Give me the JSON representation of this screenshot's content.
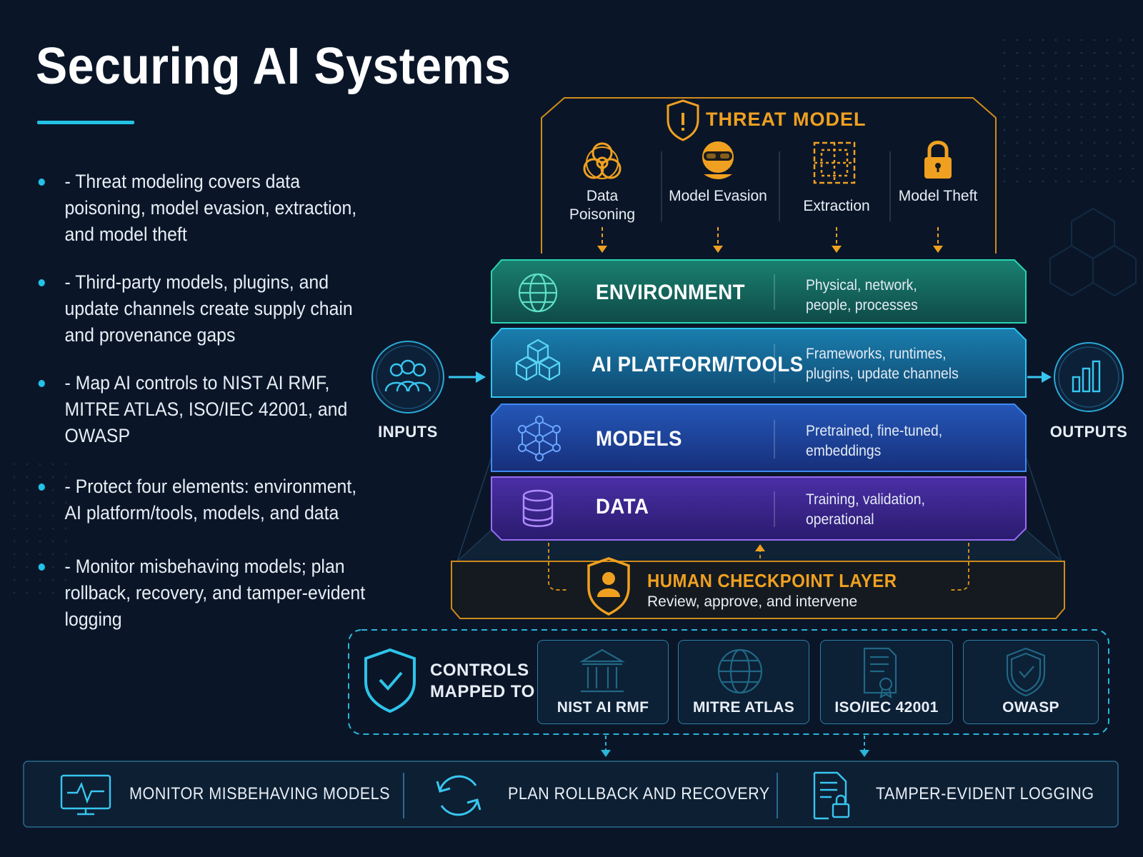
{
  "title": "Securing AI Systems",
  "bullets": [
    "- Threat modeling covers data poisoning, model evasion, extraction, and model theft",
    "- Third-party models, plugins, and update channels create supply chain and provenance gaps",
    "- Map AI controls to NIST AI RMF, MITRE ATLAS, ISO/IEC 42001, and OWASP",
    "- Protect four elements: environment, AI platform/tools, models, and data",
    "- Monitor misbehaving models; plan rollback, recovery, and tamper-evident logging"
  ],
  "threat_model": {
    "title": "THREAT MODEL",
    "items": [
      {
        "label": "Data Poisoning",
        "icon": "biohazard-icon"
      },
      {
        "label": "Model Evasion",
        "icon": "masked-face-icon"
      },
      {
        "label": "Extraction",
        "icon": "extraction-grid-icon"
      },
      {
        "label": "Model Theft",
        "icon": "padlock-icon"
      }
    ]
  },
  "layers": [
    {
      "title": "ENVIRONMENT",
      "desc": "Physical, network, people, processes",
      "icon": "globe-icon",
      "color": "#1f9b8a"
    },
    {
      "title": "AI PLATFORM/TOOLS",
      "desc": "Frameworks, runtimes, plugins, update channels",
      "icon": "cubes-icon",
      "color": "#1e8fc2"
    },
    {
      "title": "MODELS",
      "desc": "Pretrained, fine-tuned, embeddings",
      "icon": "network-icon",
      "color": "#2f6fd6"
    },
    {
      "title": "DATA",
      "desc": "Training, validation, operational",
      "icon": "database-icon",
      "color": "#6b46d1"
    }
  ],
  "io": {
    "inputs": "INPUTS",
    "outputs": "OUTPUTS"
  },
  "human_checkpoint": {
    "title": "HUMAN CHECKPOINT LAYER",
    "subtitle": "Review, approve, and intervene"
  },
  "controls": {
    "title": "CONTROLS MAPPED TO",
    "frameworks": [
      {
        "label": "NIST AI RMF",
        "icon": "institution-icon"
      },
      {
        "label": "MITRE ATLAS",
        "icon": "globe-icon"
      },
      {
        "label": "ISO/IEC 42001",
        "icon": "certificate-icon"
      },
      {
        "label": "OWASP",
        "icon": "shield-check-icon"
      }
    ]
  },
  "bottom": [
    {
      "label": "MONITOR MISBEHAVING MODELS",
      "icon": "monitor-pulse-icon"
    },
    {
      "label": "PLAN ROLLBACK AND RECOVERY",
      "icon": "refresh-icon"
    },
    {
      "label": "TAMPER-EVIDENT LOGGING",
      "icon": "locked-document-icon"
    }
  ],
  "colors": {
    "background": "#0a1628",
    "accent": "#22c3e6",
    "threat": "#f0a020"
  }
}
